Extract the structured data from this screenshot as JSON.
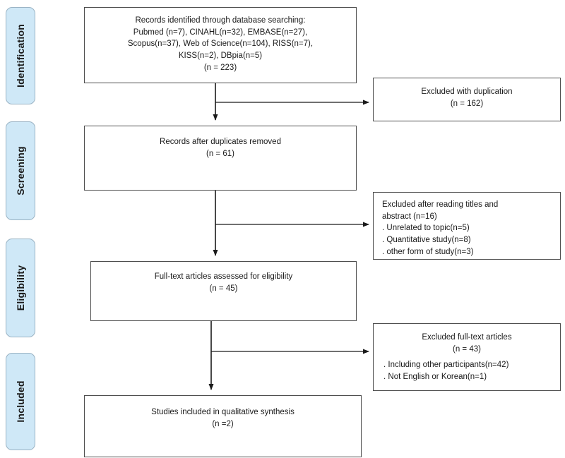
{
  "diagram": {
    "title": "PRISMA study selection flow diagram",
    "accent_color": "#cfe8f7",
    "accent_border_color": "#9ab3c4",
    "box_border_color": "#4d4d4d",
    "line_color": "#1a1a1a",
    "background_color": "#ffffff"
  },
  "stages": [
    {
      "label": "Identification"
    },
    {
      "label": "Screening"
    },
    {
      "label": "Eligibility"
    },
    {
      "label": "Included"
    }
  ],
  "flow_boxes": [
    {
      "name": "records-identified",
      "lines": [
        "Records identified through database searching:",
        "Pubmed (n=7), CINAHL(n=32), EMBASE(n=27),",
        "Scopus(n=37), Web of Science(n=104), RISS(n=7),",
        "KISS(n=2), DBpia(n=5)",
        "(n = 223)"
      ]
    },
    {
      "name": "records-after-duplicates",
      "lines": [
        "Records after duplicates removed",
        "(n = 61)"
      ]
    },
    {
      "name": "full-text-assessed",
      "lines": [
        "Full-text articles assessed for eligibility",
        "(n = 45)"
      ]
    },
    {
      "name": "studies-included",
      "lines": [
        "Studies included in qualitative synthesis",
        "(n =2)"
      ]
    }
  ],
  "excluded_boxes": [
    {
      "name": "excluded-duplication",
      "centered_lines": [
        "Excluded with duplication",
        "(n = 162)"
      ],
      "bullet_lines": []
    },
    {
      "name": "excluded-after-titles-abstract",
      "centered_lines": [],
      "left_lines": [
        "Excluded after reading titles and",
        "abstract (n=16)"
      ],
      "bullet_lines": [
        ". Unrelated to topic(n=5)",
        ". Quantitative study(n=8)",
        ". other form of study(n=3)"
      ]
    },
    {
      "name": "excluded-full-text",
      "centered_lines": [
        "Excluded full-text articles",
        "(n = 43)"
      ],
      "bullet_lines": [
        ". Including other participants(n=42)",
        ". Not English or Korean(n=1)"
      ]
    }
  ]
}
